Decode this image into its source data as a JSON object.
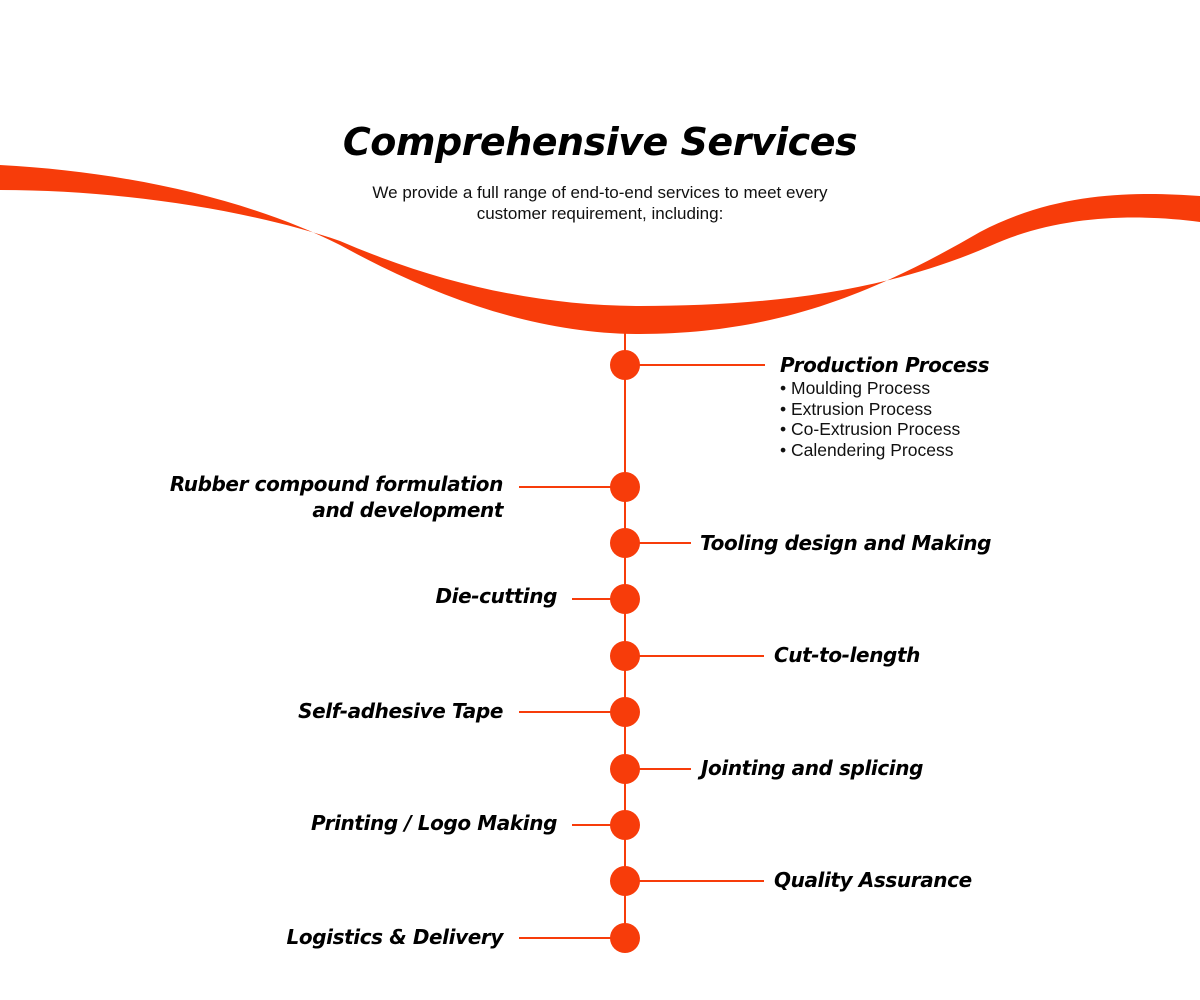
{
  "header": {
    "title": "Comprehensive Services",
    "subtitle": "We provide a full range of end-to-end services to meet every customer requirement, including:"
  },
  "colors": {
    "accent": "#F73C0A",
    "text": "#000000"
  },
  "services": [
    {
      "id": "production-process",
      "label": "Production Process",
      "side": "right",
      "subitems": [
        "Moulding Process",
        "Extrusion Process",
        "Co-Extrusion Process",
        "Calendering Process"
      ]
    },
    {
      "id": "rubber-compound",
      "label": "Rubber compound formulation and development",
      "side": "left",
      "lines": [
        "Rubber compound formulation",
        "and development"
      ]
    },
    {
      "id": "tooling-design",
      "label": "Tooling design and Making",
      "side": "right"
    },
    {
      "id": "die-cutting",
      "label": "Die-cutting",
      "side": "left"
    },
    {
      "id": "cut-to-length",
      "label": "Cut-to-length",
      "side": "right"
    },
    {
      "id": "self-adhesive-tape",
      "label": "Self-adhesive Tape",
      "side": "left"
    },
    {
      "id": "jointing-splicing",
      "label": "Jointing and splicing",
      "side": "right"
    },
    {
      "id": "printing-logo",
      "label": "Printing / Logo Making",
      "side": "left"
    },
    {
      "id": "quality-assurance",
      "label": "Quality Assurance",
      "side": "right"
    },
    {
      "id": "logistics-delivery",
      "label": "Logistics & Delivery",
      "side": "left"
    }
  ]
}
